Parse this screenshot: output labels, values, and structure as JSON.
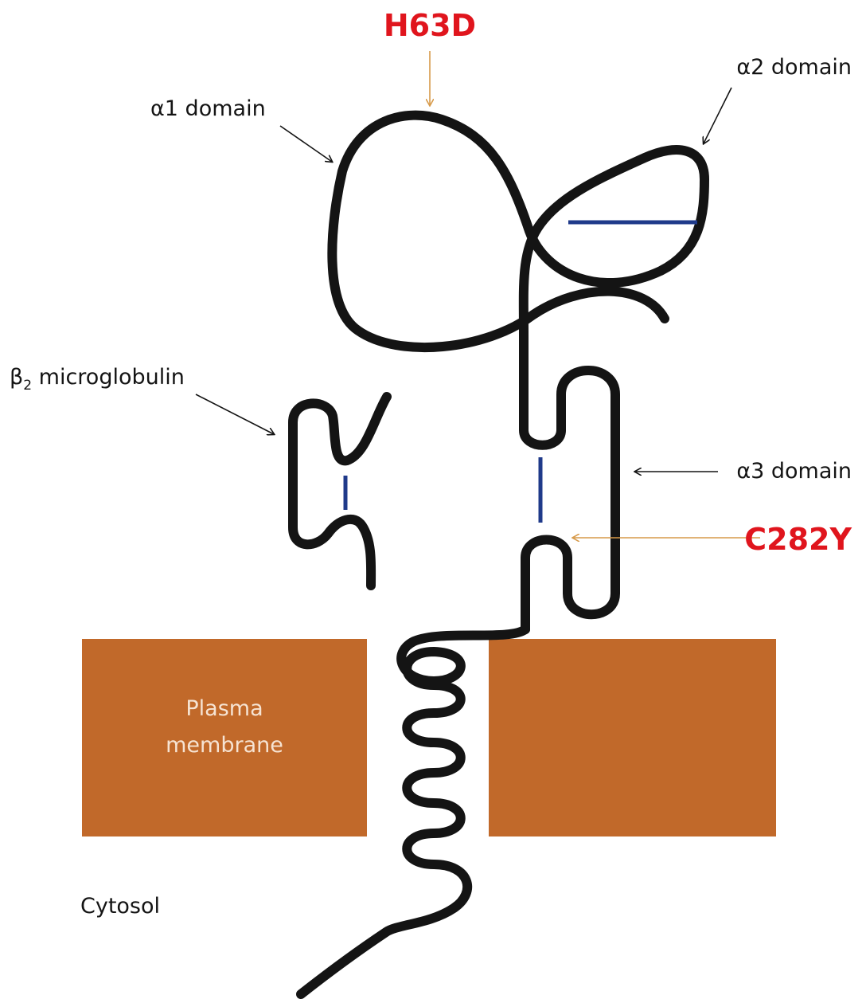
{
  "colors": {
    "background": "#ffffff",
    "chain": "#141414",
    "disulfide_bond": "#1f3a8a",
    "membrane": "#c1692a",
    "membrane_text": "#f6e3d2",
    "mutation_text": "#e0151d",
    "mutation_arrow": "#d79a4a",
    "label_text": "#141414",
    "label_arrow": "#141414"
  },
  "labels": {
    "mutation_top": "H63D",
    "mutation_side": "C282Y",
    "alpha1": "α1 domain",
    "alpha2": "α2 domain",
    "alpha3": "α3 domain",
    "beta2_symbol": "β",
    "beta2_subscript": "2",
    "beta2_rest": " microglobulin",
    "membrane_line1": "Plasma",
    "membrane_line2": "membrane",
    "cytosol": "Cytosol"
  }
}
